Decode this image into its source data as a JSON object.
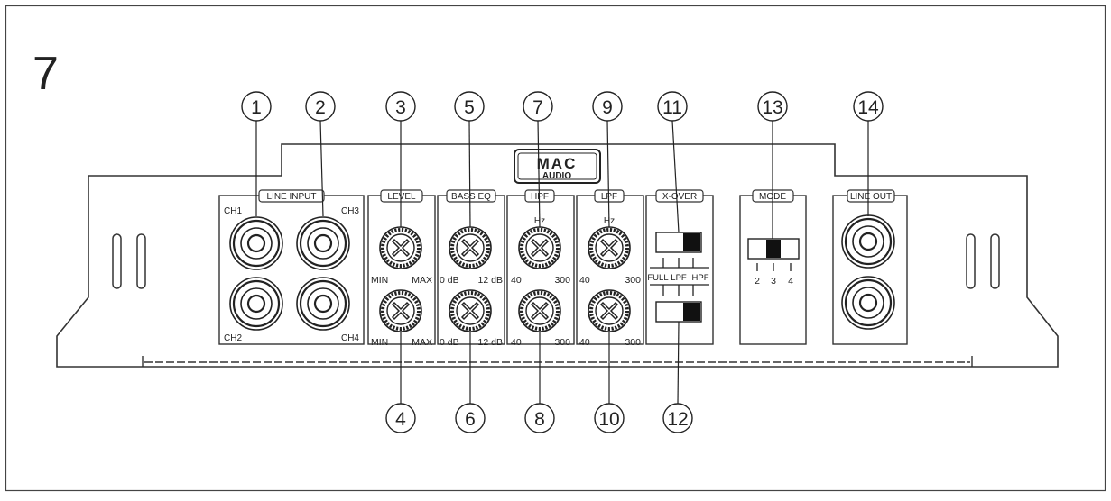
{
  "figure_number": "7",
  "logo": {
    "line1": "MAC",
    "line2": "AUDIO"
  },
  "callouts_top": [
    "1",
    "2",
    "3",
    "5",
    "7",
    "9",
    "11",
    "13",
    "14"
  ],
  "callouts_bottom": [
    "4",
    "6",
    "8",
    "10",
    "12"
  ],
  "sections": {
    "line_input": {
      "title": "LINE INPUT",
      "ch1": "CH1",
      "ch2": "CH2",
      "ch3": "CH3",
      "ch4": "CH4"
    },
    "level": {
      "title": "LEVEL",
      "min": "MIN",
      "max": "MAX"
    },
    "bass_eq": {
      "title": "BASS EQ",
      "low": "0 dB",
      "high": "12 dB"
    },
    "hpf": {
      "title": "HPF",
      "unit": "Hz",
      "low": "40",
      "high": "300"
    },
    "lpf": {
      "title": "LPF",
      "unit": "Hz",
      "low": "40",
      "high": "300"
    },
    "xover": {
      "title": "X-OVER",
      "full": "FULL",
      "lpf": "LPF",
      "hpf": "HPF"
    },
    "mode": {
      "title": "MODE",
      "opt2": "2",
      "opt3": "3",
      "opt4": "4"
    },
    "line_out": {
      "title": "LINE OUT"
    }
  }
}
